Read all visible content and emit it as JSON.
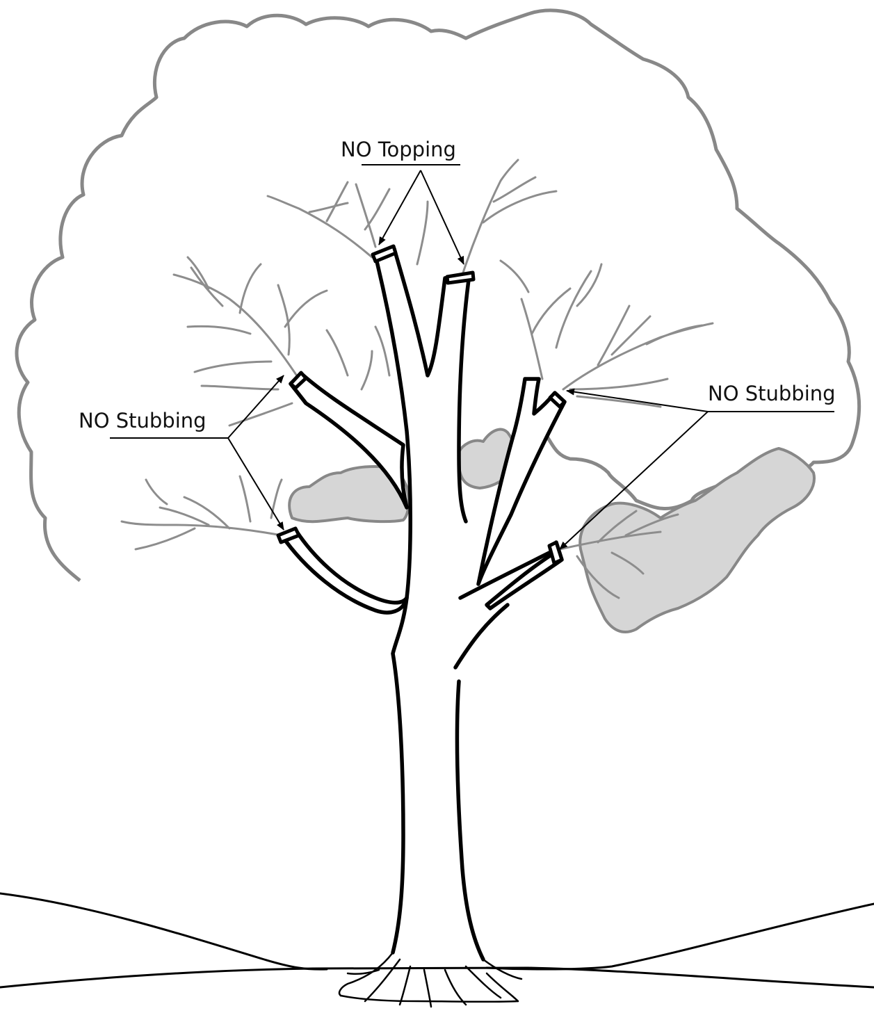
{
  "labels": {
    "topping": "NO Topping",
    "stubbing_left": "NO Stubbing",
    "stubbing_right": "NO Stubbing"
  },
  "colors": {
    "outline": "#000000",
    "crown_outline": "#888888",
    "twigs": "#8d8d8d",
    "shadow_fill": "#d6d6d6",
    "background": "#ffffff"
  }
}
